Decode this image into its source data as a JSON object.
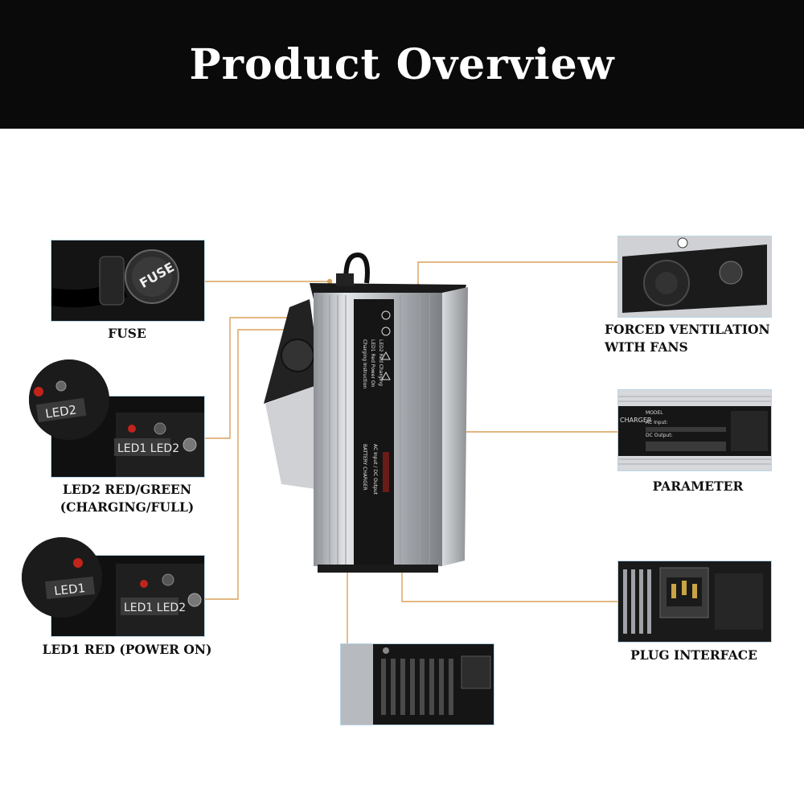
{
  "banner": {
    "title": "Product Overview"
  },
  "callouts": {
    "fuse": {
      "label": "FUSE",
      "photo_text": "FUSE"
    },
    "led2": {
      "line1": "LED2 RED/GREEN",
      "line2": "(CHARGING/FULL)",
      "photo_text_a": "LED2",
      "photo_text_b": "LED1 LED2"
    },
    "led1": {
      "label": "LED1 RED (POWER ON)",
      "photo_text_a": "LED1",
      "photo_text_b": "LED1 LED2"
    },
    "fans": {
      "line1": "FORCED VENTILATION",
      "line2": "WITH FANS"
    },
    "parameter": {
      "label": "PARAMETER",
      "photo_text_a": "CHARGER",
      "photo_text_b": "MODEL",
      "photo_text_c": "AC Input:",
      "photo_text_d": "DC Output:"
    },
    "plug": {
      "label": "PLUG INTERFACE"
    }
  },
  "colors": {
    "banner_bg": "#0a0a0a",
    "banner_text": "#ffffff",
    "connector_line": "#d9a15a",
    "thumb_border": "#b9d6e6",
    "charger_body": "#c9cbcf",
    "led_red": "#c0241b"
  }
}
